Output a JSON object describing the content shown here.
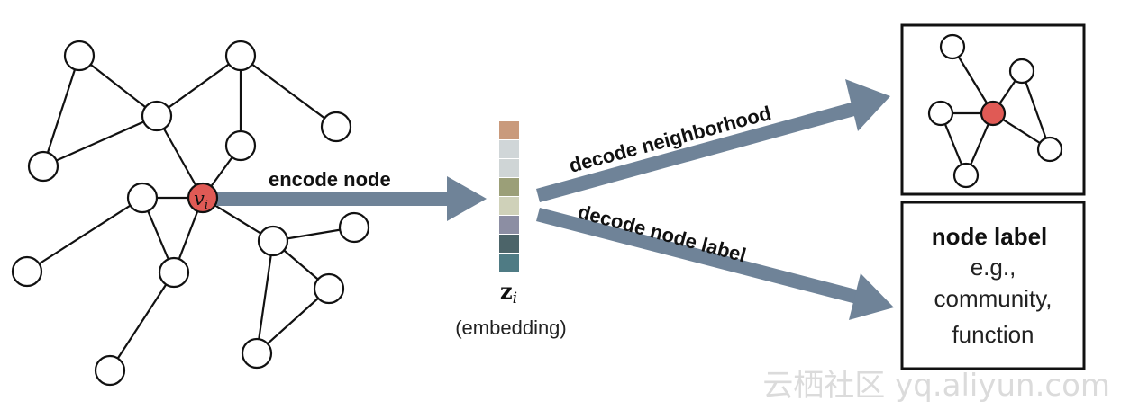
{
  "colors": {
    "highlight_node": "#e05a55",
    "arrow": "#6f8398",
    "embedding_cells": [
      "#c99a7c",
      "#d0d6d8",
      "#cfd5d6",
      "#9b9f78",
      "#cfd1b9",
      "#8c8ea3",
      "#4c6469",
      "#4f7b84"
    ]
  },
  "graph": {
    "center_label_var": "v",
    "center_label_sub": "i"
  },
  "arrows": {
    "encode_label": "encode node",
    "decode_neighborhood_label": "decode neighborhood",
    "decode_label_label": "decode node label"
  },
  "embedding": {
    "symbol": "z",
    "subscript": "i",
    "caption": "(embedding)"
  },
  "label_box": {
    "title": "node label",
    "lines": [
      "e.g.,",
      "community,",
      "function"
    ]
  },
  "watermark": "云栖社区 yq.aliyun.com"
}
